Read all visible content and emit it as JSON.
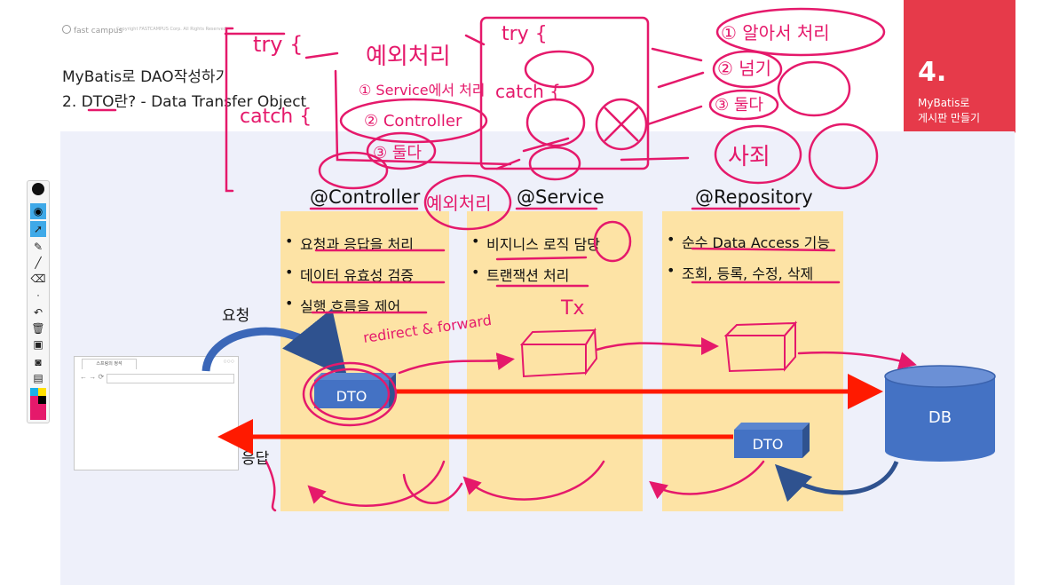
{
  "header": {
    "logo_text": "fast campus",
    "copyright": "Copyright FASTCAMPUS Corp. All Rights Reserved",
    "title_line1": "MyBatis로 DAO작성하기",
    "title_line2": "2. DTO란? - Data Transfer Object"
  },
  "chapter": {
    "number": "4.",
    "line1": "MyBatis로",
    "line2": "게시판 만들기"
  },
  "columns": [
    {
      "heading": "@Controller",
      "bullets": [
        "요청과 응답을 처리",
        "데이터 유효성 검증",
        "실행 흐름을 제어"
      ]
    },
    {
      "heading": "@Service",
      "bullets": [
        "비지니스 로직 담당",
        "트랜잭션 처리"
      ]
    },
    {
      "heading": "@Repository",
      "bullets": [
        "순수 Data Access 기능",
        "조회, 등록, 수정, 삭제"
      ]
    }
  ],
  "diagram": {
    "request_label": "요청",
    "response_label": "응답",
    "dto_label": "DTO",
    "dto_label_2": "DTO",
    "db_label": "DB",
    "browser_tab": "스프링의 정석"
  },
  "annotations": {
    "try_left": "try {",
    "catch_left": "catch {",
    "exception_handling": "예외처리",
    "item_1": "① Service에서 처리",
    "item_2": "② Controller",
    "item_3": "③ 둘다",
    "try_right": "try {",
    "catch_right": "catch {",
    "right_1": "① 알아서 처리",
    "right_2": "② 넘기",
    "right_3": "③ 둘다",
    "apology": "사죄",
    "tx": "Tx",
    "redirect_forward": "redirect & forward",
    "exception_bottom": "예외처리"
  },
  "toolbar": {
    "tools": [
      "lightbulb-icon",
      "eye-icon",
      "cursor-icon",
      "pen-icon",
      "line-icon",
      "eraser-icon",
      "dot-icon",
      "undo-icon",
      "trash-icon",
      "screen-icon",
      "camera-icon",
      "clipboard-icon",
      "color-swatch"
    ]
  },
  "colors": {
    "accent": "#e63a4a",
    "annotation": "#e5196b",
    "column_bg": "#fde3a5",
    "panel_bg": "#eef0fa",
    "dto_blue": "#4472c4",
    "arrow_red": "#ff1a00"
  }
}
